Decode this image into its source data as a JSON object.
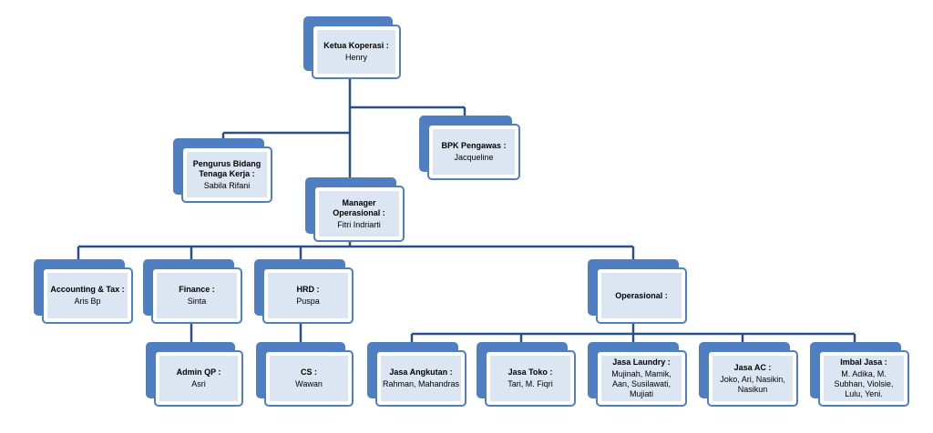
{
  "diagram": {
    "line_color": "#2a4f86",
    "box_color": "#4f7ec1",
    "fill_color": "#dce6f3",
    "nodes": {
      "ketua": {
        "title": "Ketua Koperasi :",
        "sub": "Henry"
      },
      "pengurus": {
        "title": "Pengurus Bidang\nTenaga Kerja :",
        "sub": "Sabila Rifani"
      },
      "bpk": {
        "title": "BPK Pengawas :",
        "sub": "Jacqueline"
      },
      "manager": {
        "title": "Manager\nOperasional :",
        "sub": "Fitri Indriarti"
      },
      "accounting": {
        "title": "Accounting & Tax :",
        "sub": "Aris Bp"
      },
      "finance": {
        "title": "Finance :",
        "sub": "Sinta"
      },
      "hrd": {
        "title": "HRD :",
        "sub": "Puspa"
      },
      "operasional": {
        "title": "Operasional :",
        "sub": ""
      },
      "admin": {
        "title": "Admin QP :",
        "sub": "Asri"
      },
      "cs": {
        "title": "CS :",
        "sub": "Wawan"
      },
      "angkutan": {
        "title": "Jasa Angkutan :",
        "sub": "Rahman, Mahandras"
      },
      "toko": {
        "title": "Jasa Toko :",
        "sub": "Tari, M. Fiqri"
      },
      "laundry": {
        "title": "Jasa Laundry :",
        "sub": "Mujinah, Mamik,\nAan, Susilawati,\nMujiati"
      },
      "ac": {
        "title": "Jasa AC :",
        "sub": "Joko, Ari, Nasikin,\nNasikun"
      },
      "imbal": {
        "title": "Imbal Jasa :",
        "sub": "M. Adika, M.\nSubhan, Violsie,\nLulu, Yeni."
      }
    }
  }
}
